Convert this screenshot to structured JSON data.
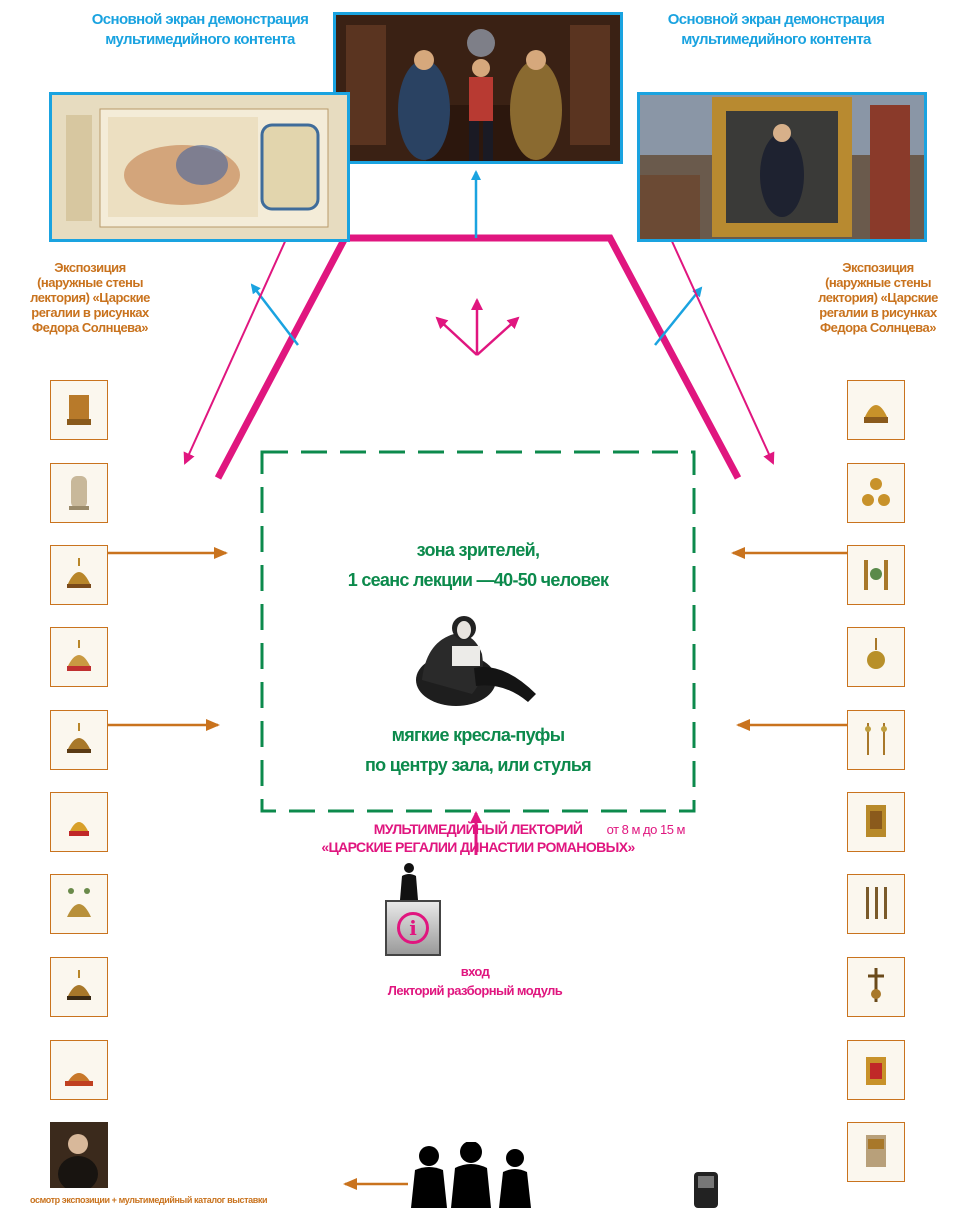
{
  "screens": {
    "left_caption": "Основной экран демонстрация мультимедийного контента",
    "right_caption": "Основной экран демонстрация мультимедийного контента"
  },
  "exposition": {
    "left_caption": "Экспозиция (наружные стены лектория) «Царские регалии в рисунках Федора Солнцева»",
    "right_caption": "Экспозиция (наружные стены лектория) «Царские регалии в рисунках Федора Солнцева»"
  },
  "audience_zone": {
    "title_line1": "зона зрителей,",
    "title_line2": "1 сеанс лекции —40-50 человек",
    "seats_line1": "мягкие кресла-пуфы",
    "seats_line2": "по центру зала, или стулья",
    "size_note": "от 8 м до 15 м"
  },
  "lectory": {
    "line1": "МУЛЬТИМЕДИЙНЫЙ ЛЕКТОРИЙ",
    "line2": "«ЦАРСКИЕ РЕГАЛИИ ДИНАСТИИ РОМАНОВЫХ»"
  },
  "entrance": {
    "line1": "вход",
    "line2": "Лекторий разборный модуль"
  },
  "bottom_note": "осмотр экспозиции + мультимедийный каталог выставки",
  "info_symbol": "i",
  "colors": {
    "blue": "#1aa3e0",
    "magenta": "#e0167f",
    "green": "#0c8a4c",
    "orange": "#c9731e"
  }
}
